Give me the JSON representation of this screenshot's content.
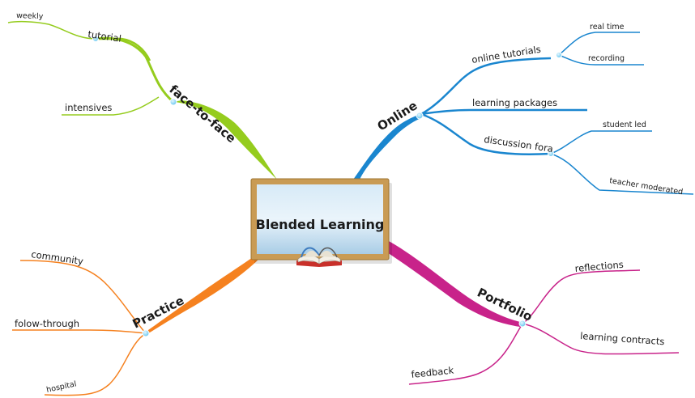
{
  "center": {
    "title": "Blended Learning"
  },
  "colors": {
    "face_to_face": "#95cc1e",
    "online": "#1a86cf",
    "practice": "#f5811f",
    "portfolio": "#c8238a",
    "board_frame": "#c99b54",
    "board_fill": "#bcd9ee",
    "node": "#8fd3f5"
  },
  "branches": {
    "face_to_face": {
      "label": "face-to-face",
      "tutorial": "tutorial",
      "weekly": "weekly",
      "intensives": "intensives"
    },
    "online": {
      "label": "Online",
      "online_tutorials": "online tutorials",
      "real_time": "real time",
      "recording": "recording",
      "learning_packages": "learning packages",
      "discussion_fora": "discussion fora",
      "student_led": "student led",
      "teacher_moderated": "teacher moderated"
    },
    "practice": {
      "label": "Practice",
      "community": "community",
      "folow_through": "folow-through",
      "hospital": "hospital"
    },
    "portfolio": {
      "label": "Portfolio",
      "reflections": "reflections",
      "learning_contracts": "learning contracts",
      "feedback": "feedback"
    }
  }
}
